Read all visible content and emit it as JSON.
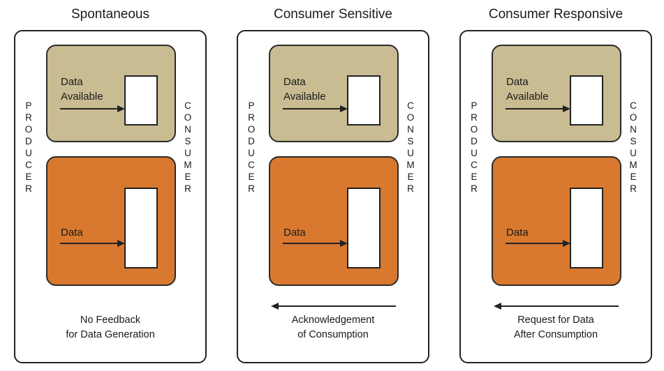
{
  "panels": [
    {
      "title": "Spontaneous",
      "left_label": "PRODUCER",
      "right_label": "CONSUMER",
      "top_box_label_line1": "Data",
      "top_box_label_line2": "Available",
      "bottom_box_label": "Data",
      "feedback_arrow": false,
      "caption_line1": "No Feedback",
      "caption_line2": "for Data Generation"
    },
    {
      "title": "Consumer Sensitive",
      "left_label": "PRODUCER",
      "right_label": "CONSUMER",
      "top_box_label_line1": "Data",
      "top_box_label_line2": "Available",
      "bottom_box_label": "Data",
      "feedback_arrow": true,
      "caption_line1": "Acknowledgement",
      "caption_line2": "of Consumption"
    },
    {
      "title": "Consumer Responsive",
      "left_label": "PRODUCER",
      "right_label": "CONSUMER",
      "top_box_label_line1": "Data",
      "top_box_label_line2": "Available",
      "bottom_box_label": "Data",
      "feedback_arrow": true,
      "caption_line1": "Request for Data",
      "caption_line2": "After Consumption"
    }
  ],
  "colors": {
    "available_box": "#c9bc92",
    "data_box": "#d8792f",
    "outline": "#222222"
  }
}
